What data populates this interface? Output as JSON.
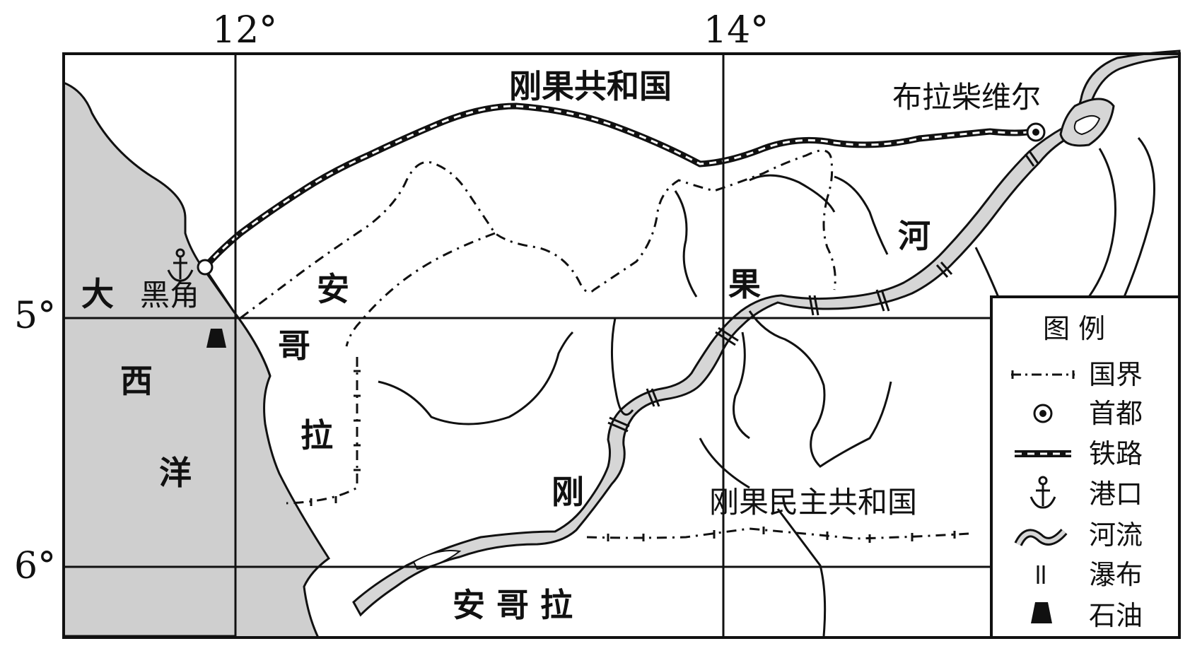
{
  "coordinates": {
    "lon_12": "12°",
    "lon_14": "14°",
    "lat_5": "5°",
    "lat_6": "6°"
  },
  "places": {
    "congo_republic": "刚果共和国",
    "brazzaville": "布拉柴维尔",
    "black_point": "黑角",
    "congo_river": [
      "河",
      "果",
      "刚"
    ],
    "drc": "刚果民主共和国",
    "angola_lower": "安 哥 拉",
    "cabinda": [
      "安",
      "哥",
      "拉"
    ],
    "atlantic": [
      "大",
      "西",
      "洋"
    ]
  },
  "legend": {
    "title": "图  例",
    "items": [
      {
        "label": "国界",
        "symbol": "border-symbol"
      },
      {
        "label": "首都",
        "symbol": "capital-symbol"
      },
      {
        "label": "铁路",
        "symbol": "railway-symbol"
      },
      {
        "label": "港口",
        "symbol": "anchor-icon"
      },
      {
        "label": "河流",
        "symbol": "river-symbol"
      },
      {
        "label": "瀑布",
        "symbol": "waterfall-symbol"
      },
      {
        "label": "石油",
        "symbol": "oil-triangle-icon"
      }
    ]
  },
  "colors": {
    "ocean": "#cfcfcf",
    "river_fill": "#d6d6d6",
    "line": "#111111"
  }
}
